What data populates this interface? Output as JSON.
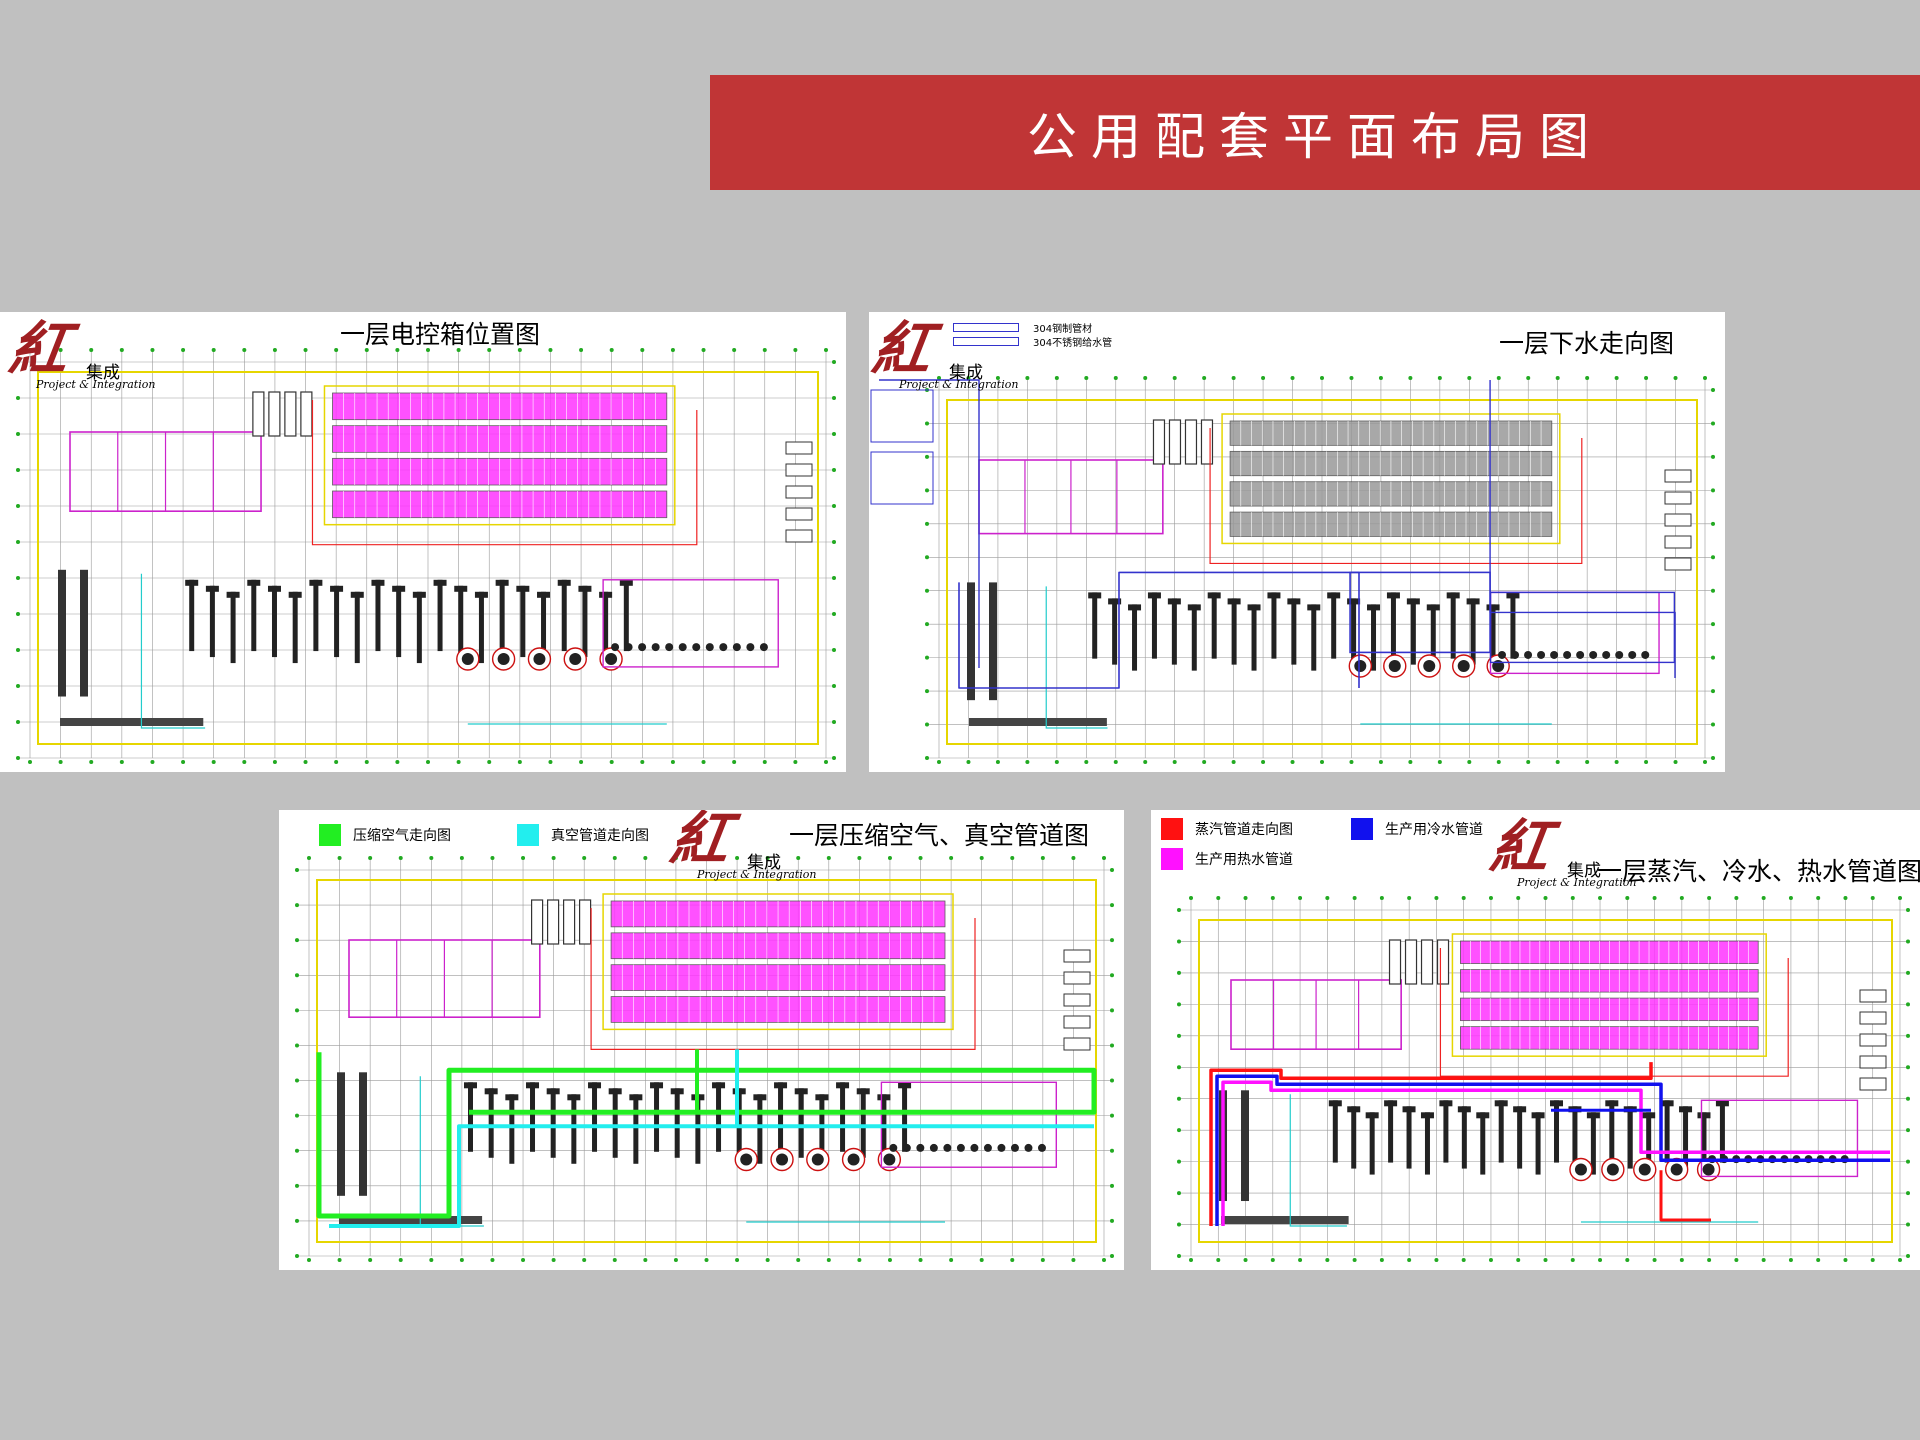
{
  "slide": {
    "title": "公用配套平面布局图",
    "colors": {
      "title_bar": "#c03536",
      "background": "#c0c0c0",
      "brand": "#a01f22"
    }
  },
  "brand": {
    "glyph": "紅",
    "cn": "集成",
    "en": "Project & Integration"
  },
  "panels": [
    {
      "id": "electrical",
      "title": "一层电控箱位置图",
      "rack_color": "#ff33ff"
    },
    {
      "id": "drainage",
      "title": "一层下水走向图",
      "rack_color": "#999999",
      "pipe_legend": [
        "304钢制管材",
        "304不锈钢给水管"
      ],
      "pipe_color": "#3333cc"
    },
    {
      "id": "air_vacuum",
      "title": "一层压缩空气、真空管道图",
      "rack_color": "#ff33ff",
      "legend": [
        {
          "label": "压缩空气走向图",
          "color": "#22ee22"
        },
        {
          "label": "真空管道走向图",
          "color": "#22eeee"
        }
      ]
    },
    {
      "id": "steam_water",
      "title": "一层蒸汽、冷水、热水管道图",
      "rack_color": "#ff33ff",
      "legend": [
        {
          "label": "蒸汽管道走向图",
          "color": "#ff1111"
        },
        {
          "label": "生产用冷水管道",
          "color": "#1111ee"
        },
        {
          "label": "生产用热水管道",
          "color": "#ff11ff"
        }
      ]
    }
  ]
}
